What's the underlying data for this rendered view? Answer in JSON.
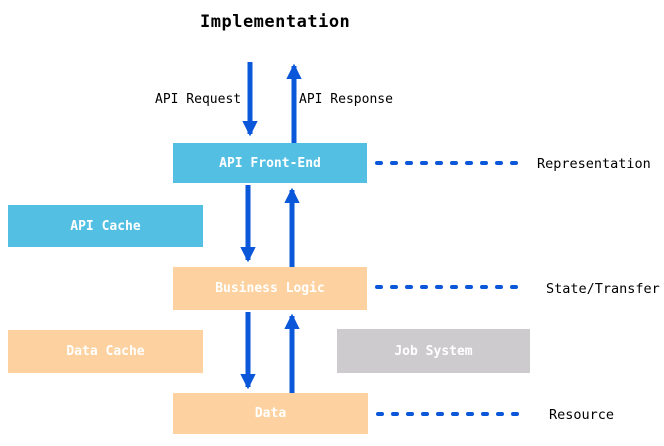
{
  "title": "Implementation",
  "arrow_labels": {
    "request": "API Request",
    "response": "API Response"
  },
  "boxes": {
    "api_front_end": "API Front-End",
    "api_cache": "API Cache",
    "business_logic": "Business Logic",
    "data_cache": "Data Cache",
    "job_system": "Job System",
    "data": "Data"
  },
  "layers": {
    "representation": "Representation",
    "state_transfer": "State/Transfer",
    "resource": "Resource"
  },
  "colors": {
    "background": "#ffffff",
    "blue_box": "#52bfe3",
    "orange_box": "#fdd2a0",
    "gray_box": "#cecbce",
    "arrow_blue": "#0b57d9",
    "box_text": "#ffffff",
    "label_text": "#000000"
  }
}
